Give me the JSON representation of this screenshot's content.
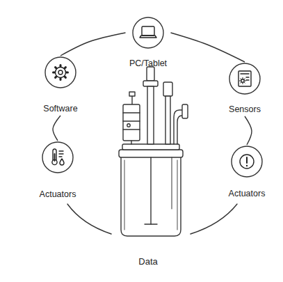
{
  "diagram": {
    "nodes": [
      {
        "text": [
          "PC/Tablet"
        ]
      },
      {
        "text": [
          "Software"
        ]
      },
      {
        "text": [
          "Sensors"
        ]
      },
      {
        "text": [
          "Actuators"
        ]
      },
      {
        "text": [
          "Actuators"
        ]
      }
    ],
    "edges": [
      {
        "from": 0,
        "to": 2,
        "arrow": "none"
      },
      {
        "from": 1,
        "to": 0,
        "arrow": "none"
      },
      {
        "from": 2,
        "to": 4,
        "arrow": "none"
      },
      {
        "from": 1,
        "to": 3,
        "arrow": "none"
      }
    ],
    "labels": [
      "Data"
    ]
  }
}
